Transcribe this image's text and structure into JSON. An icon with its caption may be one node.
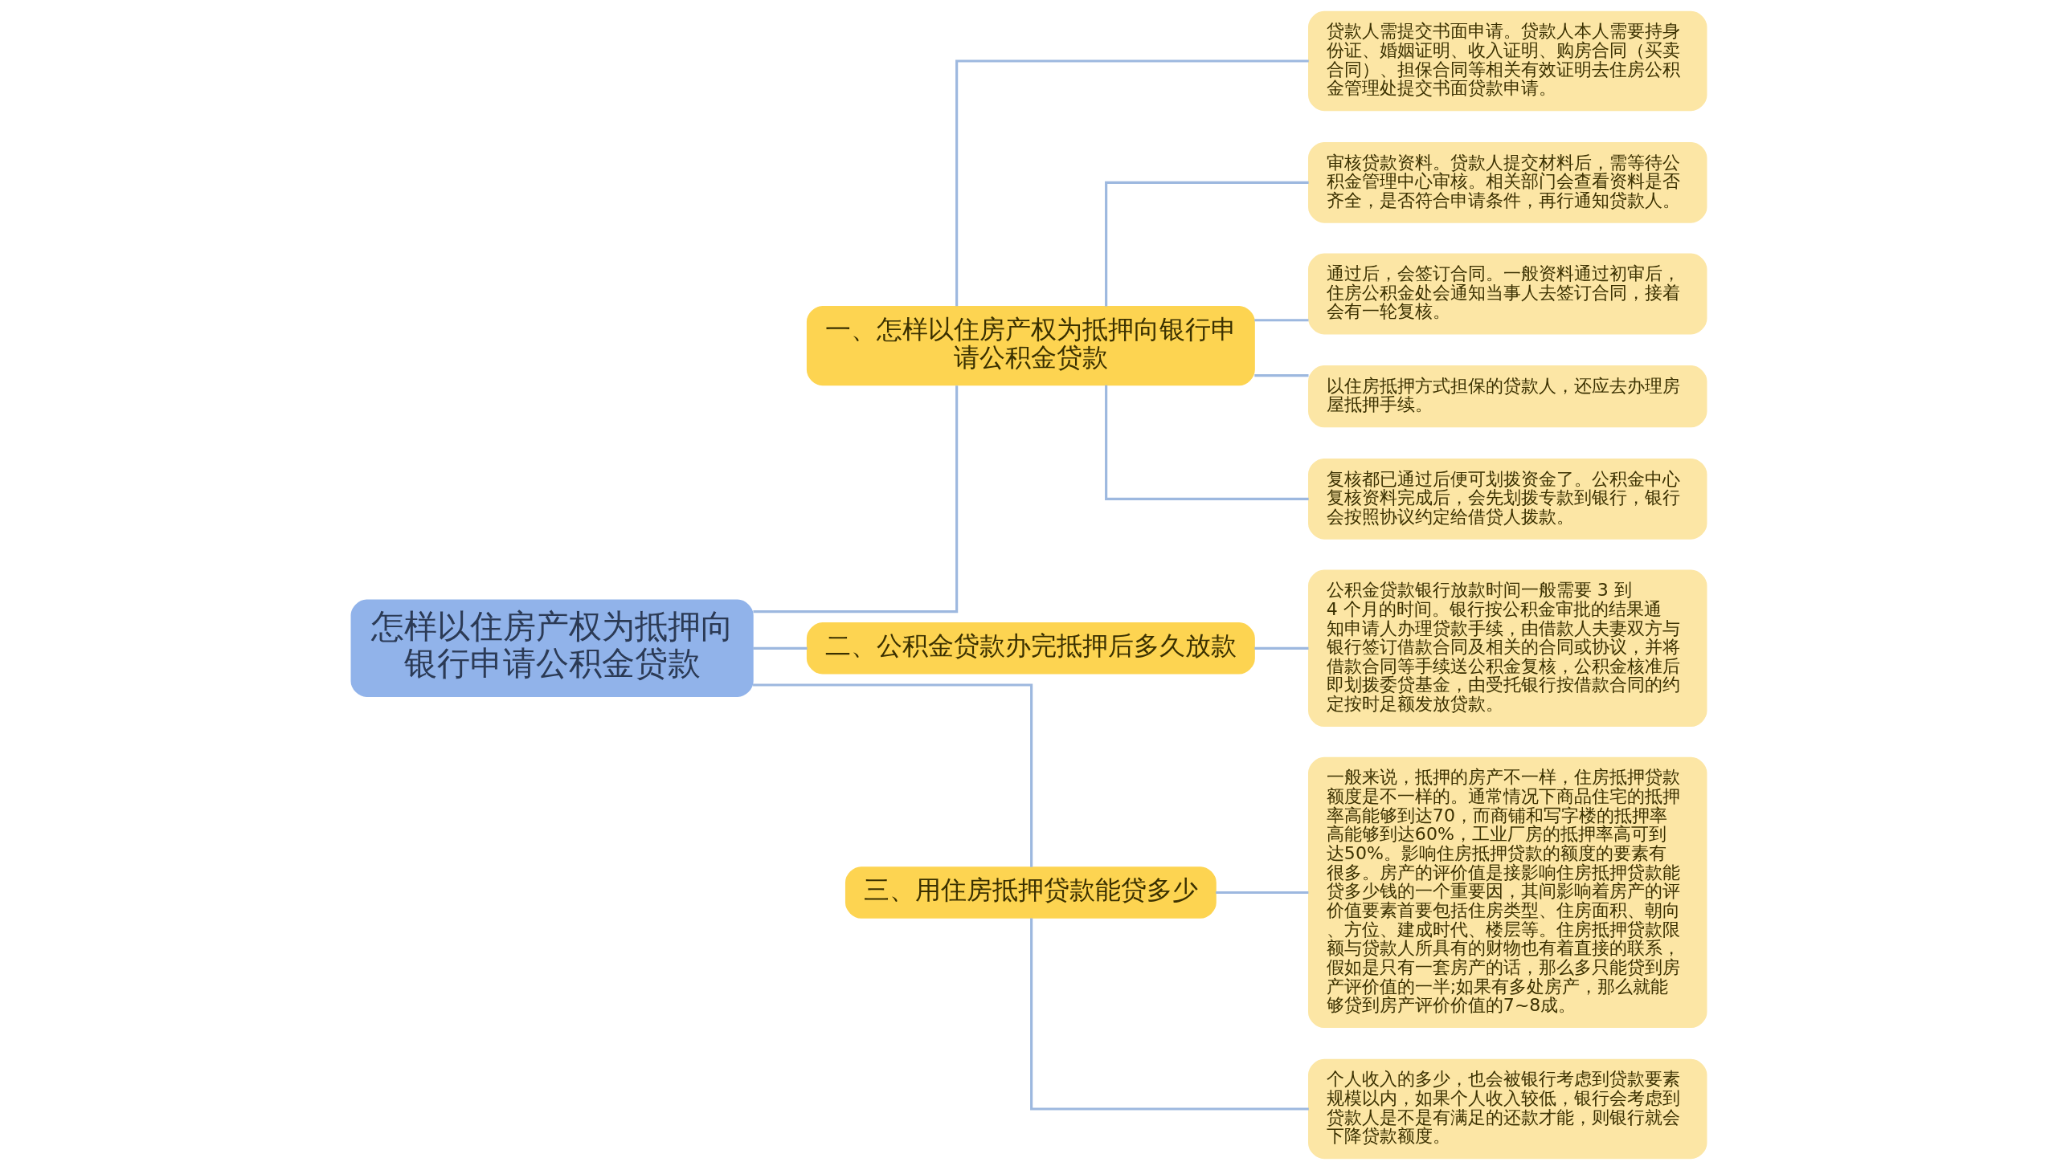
{
  "diagram": {
    "nodes": [
      {
        "text": [
          "怎样以住房产权为抵押向银行申请公积金贷款"
        ]
      },
      {
        "text": [
          "一、怎样以住房产权为抵押向银行申请公积金贷款"
        ]
      },
      {
        "text": [
          "贷款人需提交书面申请。贷款人本人需要持身份证、婚姻证明、收入证明、购房合同（买卖合同）、担保合同等相关有效证明去住房公积金管理处提交书面贷款申请。"
        ]
      },
      {
        "text": [
          "审核贷款资料。贷款人提交材料后，需等待公积金管理中心审核。相关部门会查看资料是否齐全，是否符合申请条件，再行通知贷款人。"
        ]
      },
      {
        "text": [
          "通过后，会签订合同。一般资料通过初审后，住房公积金处会通知当事人去签订合同，接着会有一轮复核。"
        ]
      },
      {
        "text": [
          "以住房抵押方式担保的贷款人，还应去办理房屋抵押手续。"
        ]
      },
      {
        "text": [
          "复核都已通过后便可划拨资金了。公积金中心复核资料完成后，会先划拨专款到银行，银行会按照协议约定给借贷人拨款。"
        ]
      },
      {
        "text": [
          "二、公积金贷款办完抵押后多久放款"
        ]
      },
      {
        "text": [
          "公积金贷款银行放款时间一般需要 3 到 4 个月的时间。银行按公积金审批的结果通知申请人办理贷款手续，由借款人夫妻双方与银行签订借款合同及相关的合同或协议，并将借款合同等手续送公积金复核，公积金核准后即划拨委贷基金，由受托银行按借款合同的约定按时足额发放贷款。"
        ]
      },
      {
        "text": [
          "三、用住房抵押贷款能贷多少"
        ]
      },
      {
        "text": [
          "一般来说，抵押的房产不一样，住房抵押贷款额度是不一样的。通常情况下商品住宅的抵押率高能够到达70，而商铺和写字楼的抵押率高能够到达60%，工业厂房的抵押率高可到达50%。影响住房抵押贷款的额度的要素有很多。房产的评价值是接影响住房抵押贷款能贷多少钱的一个重要因，其间影响着房产的评价值要素首要包括住房类型、住房面积、朝向、方位、建成时代、楼层等。住房抵押贷款限额与贷款人所具有的财物也有着直接的联系，假如是只有一套房产的话，那么多只能贷到房产评价值的一半;如果有多处房产，那么就能够贷到房产评价价值的7~8成。"
        ]
      },
      {
        "text": [
          "个人收入的多少，也会被银行考虑到贷款要素规模以内，如果个人收入较低，银行会考虑到贷款人是不是有满足的还款才能，则银行就会下降贷款额度。"
        ]
      }
    ],
    "edges": [
      {
        "from": 0,
        "to": 1,
        "arrow": "none"
      },
      {
        "from": 1,
        "to": 2,
        "arrow": "none"
      },
      {
        "from": 1,
        "to": 3,
        "arrow": "none"
      },
      {
        "from": 1,
        "to": 4,
        "arrow": "none"
      },
      {
        "from": 1,
        "to": 5,
        "arrow": "none"
      },
      {
        "from": 1,
        "to": 6,
        "arrow": "none"
      },
      {
        "from": 0,
        "to": 7,
        "arrow": "none"
      },
      {
        "from": 7,
        "to": 8,
        "arrow": "none"
      },
      {
        "from": 0,
        "to": 9,
        "arrow": "none"
      },
      {
        "from": 9,
        "to": 10,
        "arrow": "none"
      },
      {
        "from": 9,
        "to": 11,
        "arrow": "none"
      }
    ]
  }
}
